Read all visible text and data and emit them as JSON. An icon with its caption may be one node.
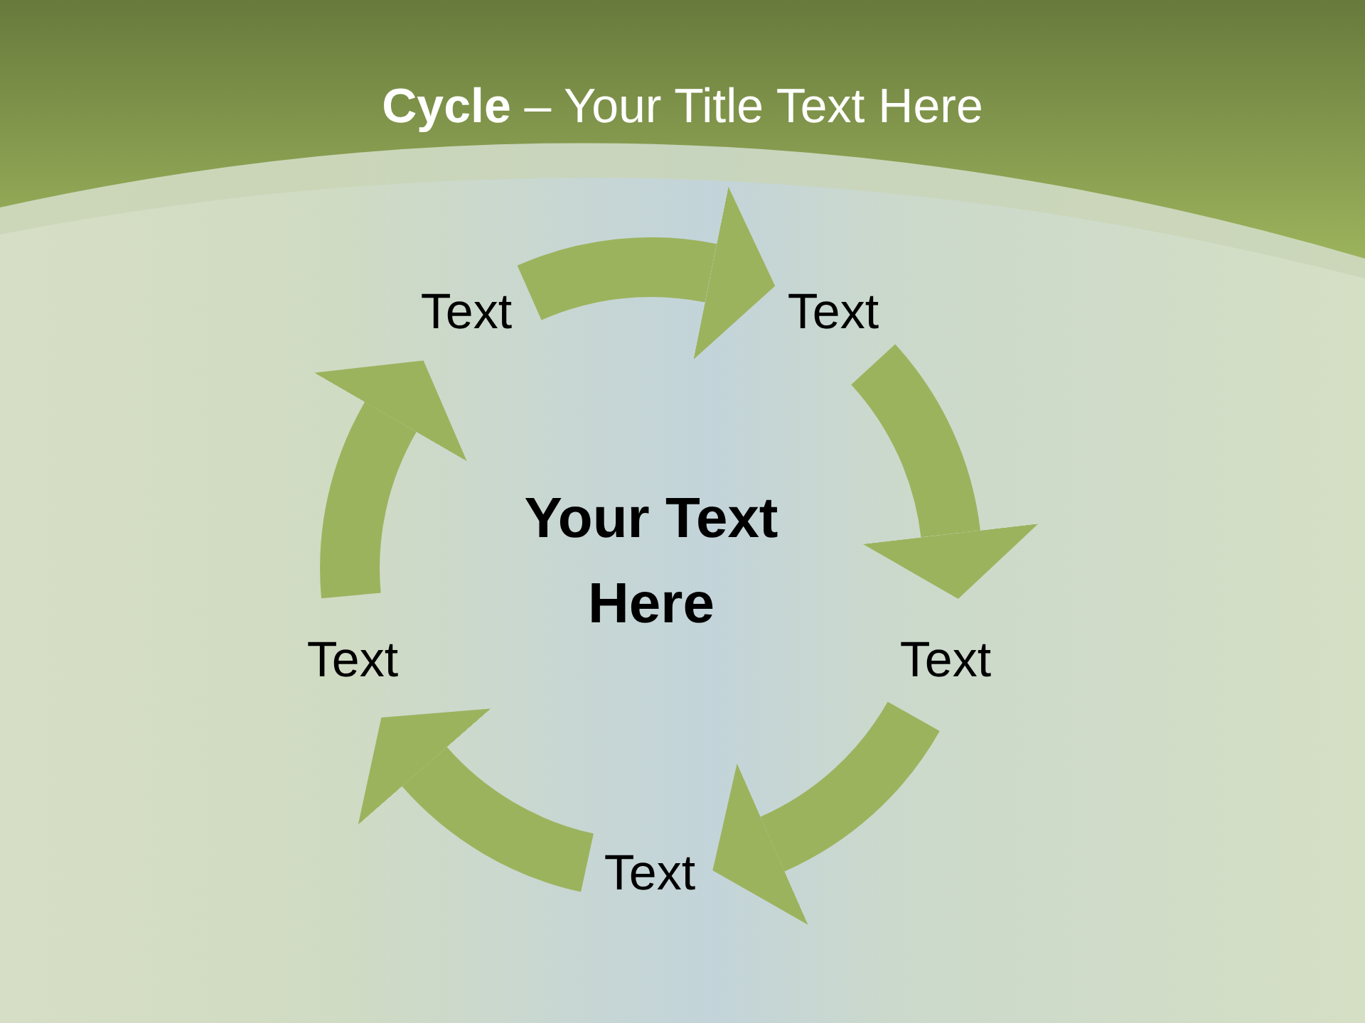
{
  "diagram": {
    "title": "**Cycle** – Your Title Text Here",
    "nodes": [
      {
        "text": [
          "Text"
        ]
      },
      {
        "text": [
          "Text"
        ]
      },
      {
        "text": [
          "Text"
        ]
      },
      {
        "text": [
          "Text"
        ]
      },
      {
        "text": [
          "Text"
        ]
      }
    ],
    "edges": [
      {
        "from": 0,
        "to": 1,
        "arrow": "to"
      },
      {
        "from": 1,
        "to": 2,
        "arrow": "to"
      },
      {
        "from": 2,
        "to": 3,
        "arrow": "to"
      },
      {
        "from": 3,
        "to": 4,
        "arrow": "to"
      },
      {
        "from": 4,
        "to": 0,
        "arrow": "to"
      }
    ],
    "labels": [
      "Your Text Here"
    ]
  }
}
